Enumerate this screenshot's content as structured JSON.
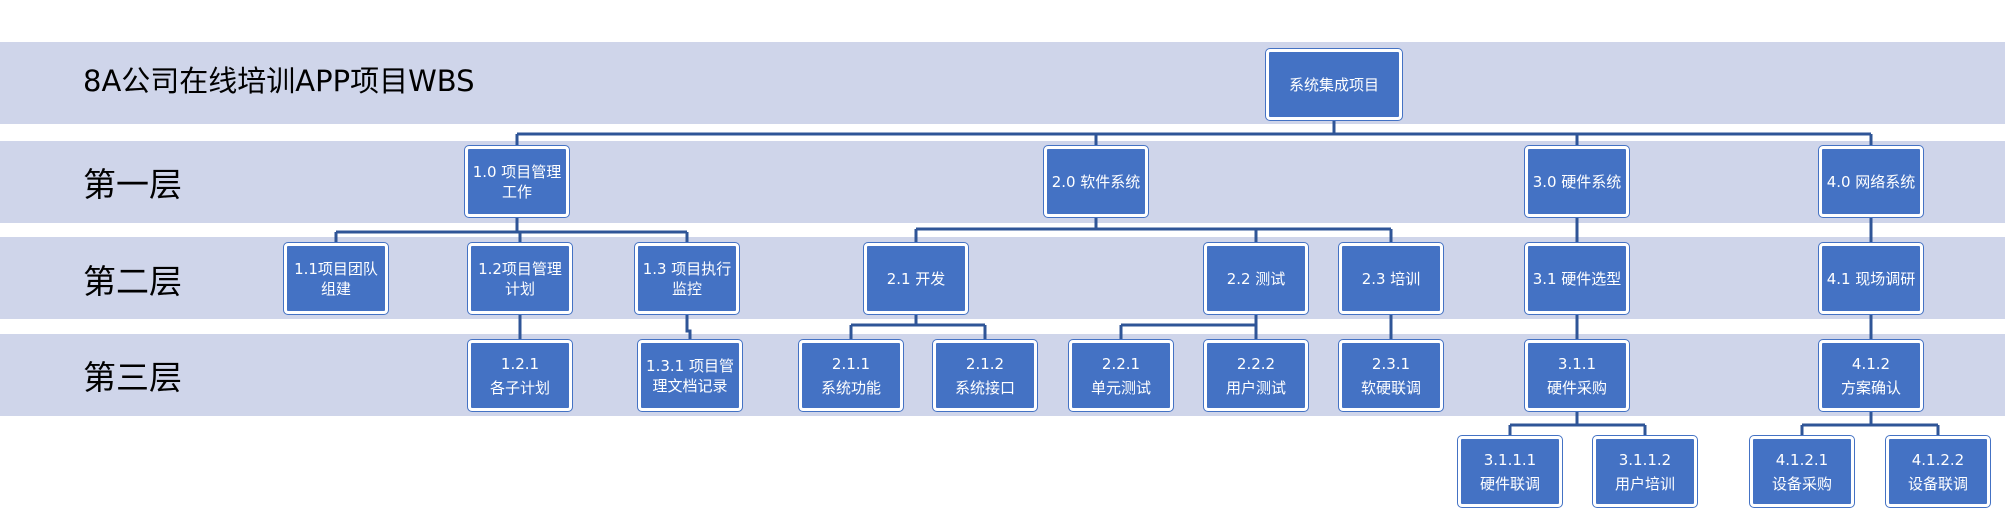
{
  "title": "8A公司在线培训APP项目WBS",
  "levels": {
    "l1": "第一层",
    "l2": "第二层",
    "l3": "第三层"
  },
  "nodes": {
    "root": [
      "系统集成项目"
    ],
    "n1_0": [
      "1.0 项目管理",
      "工作"
    ],
    "n2_0": [
      "2.0 软件系统"
    ],
    "n3_0": [
      "3.0 硬件系统"
    ],
    "n4_0": [
      "4.0 网络系统"
    ],
    "n1_1": [
      "1.1项目团队",
      "组建"
    ],
    "n1_2": [
      "1.2项目管理",
      "计划"
    ],
    "n1_3": [
      "1.3 项目执行",
      "监控"
    ],
    "n2_1": [
      "2.1 开发"
    ],
    "n2_2": [
      "2.2 测试"
    ],
    "n2_3": [
      "2.3 培训"
    ],
    "n3_1": [
      "3.1 硬件选型"
    ],
    "n4_1": [
      "4.1 现场调研"
    ],
    "n1_2_1": [
      "1.2.1",
      "各子计划"
    ],
    "n1_3_1": [
      "1.3.1 项目管",
      "理文档记录"
    ],
    "n2_1_1": [
      "2.1.1",
      "系统功能"
    ],
    "n2_1_2": [
      "2.1.2",
      "系统接口"
    ],
    "n2_2_1": [
      "2.2.1",
      "单元测试"
    ],
    "n2_2_2": [
      "2.2.2",
      "用户测试"
    ],
    "n2_3_1": [
      "2.3.1",
      "软硬联调"
    ],
    "n3_1_1": [
      "3.1.1",
      "硬件采购"
    ],
    "n4_1_2": [
      "4.1.2",
      "方案确认"
    ],
    "n3_1_1_1": [
      "3.1.1.1",
      "硬件联调"
    ],
    "n3_1_1_2": [
      "3.1.1.2",
      "用户培训"
    ],
    "n4_1_2_1": [
      "4.1.2.1",
      "设备采购"
    ],
    "n4_1_2_2": [
      "4.1.2.2",
      "设备联调"
    ]
  },
  "colors": {
    "band": "#cfd5ea",
    "node": "#4472c4",
    "connector": "#2f5597"
  }
}
